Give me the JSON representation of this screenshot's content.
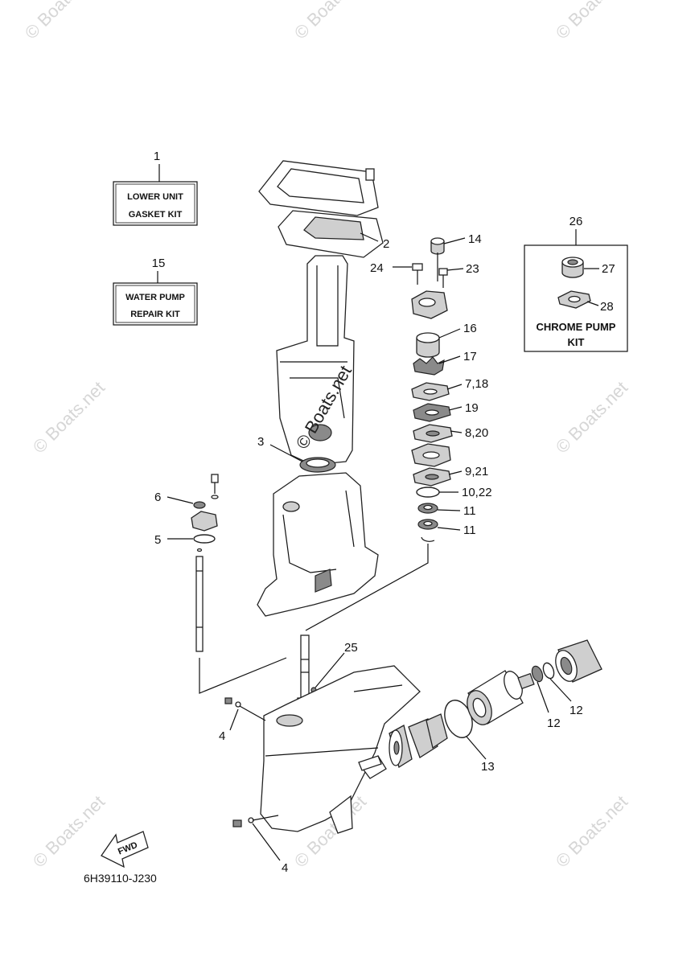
{
  "watermark": {
    "text": "© Boats.net",
    "center_text": "© Boats.net"
  },
  "kits": {
    "gasket_kit": {
      "ref": "1",
      "line1": "LOWER UNIT",
      "line2": "GASKET KIT"
    },
    "water_pump_kit": {
      "ref": "15",
      "line1": "WATER PUMP",
      "line2": "REPAIR KIT"
    },
    "chrome_pump_kit": {
      "ref": "26",
      "line1": "CHROME PUMP",
      "line2": "KIT"
    }
  },
  "callouts": {
    "c2": "2",
    "c3": "3",
    "c4a": "4",
    "c4b": "4",
    "c5": "5",
    "c6": "6",
    "c7_18": "7,18",
    "c8_20": "8,20",
    "c9_21": "9,21",
    "c10_22": "10,22",
    "c11a": "11",
    "c11b": "11",
    "c12a": "12",
    "c12b": "12",
    "c13": "13",
    "c14": "14",
    "c16": "16",
    "c17": "17",
    "c19": "19",
    "c23": "23",
    "c24": "24",
    "c25": "25",
    "c27": "27",
    "c28": "28"
  },
  "fwd_label": "FWD",
  "diagram_code": "6H39110-J230"
}
